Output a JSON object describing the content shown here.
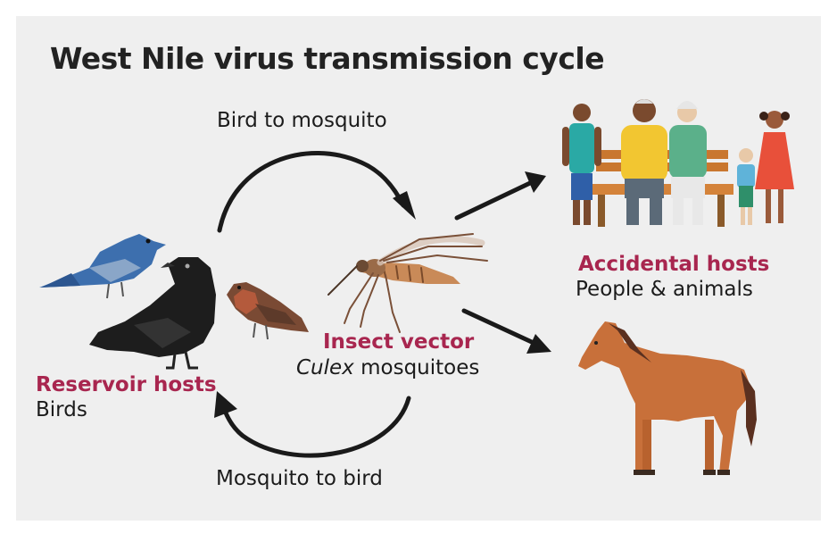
{
  "diagram": {
    "title": "West Nile virus transmission cycle",
    "edges": {
      "bird_to_mosquito": "Bird to mosquito",
      "mosquito_to_bird": "Mosquito to bird"
    },
    "nodes": {
      "reservoir": {
        "title": "Reservoir hosts",
        "subtitle": "Birds"
      },
      "vector": {
        "title": "Insect vector",
        "subtitle_italic": "Culex",
        "subtitle_rest": " mosquitoes"
      },
      "accidental": {
        "title": "Accidental hosts",
        "subtitle": "People & animals"
      }
    },
    "colors": {
      "background": "#efefef",
      "highlight_text": "#a8264f",
      "arrow": "#1a1a1a",
      "horse": "#c8703a",
      "bench": "#c9772f"
    },
    "icons": [
      "blue-bird-icon",
      "crow-icon",
      "sparrow-icon",
      "mosquito-icon",
      "people-on-bench-icon",
      "horse-icon",
      "arrow-icon"
    ]
  }
}
